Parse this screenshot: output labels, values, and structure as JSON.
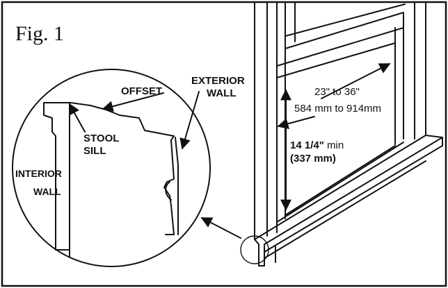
{
  "figure": {
    "title": "Fig. 1",
    "labels": {
      "offset": "OFFSET",
      "exterior_line1": "EXTERIOR",
      "exterior_line2": "WALL",
      "stool_line1": "STOOL",
      "stool_line2": "SILL",
      "interior_line1": "INTERIOR",
      "interior_line2": "WALL"
    },
    "dimensions": {
      "width_imperial": "23\" to 36\"",
      "width_metric": "584 mm to 914mm",
      "height_imperial_value": "14 1/4\"",
      "height_imperial_suffix": " min",
      "height_metric": "(337 mm)"
    }
  }
}
